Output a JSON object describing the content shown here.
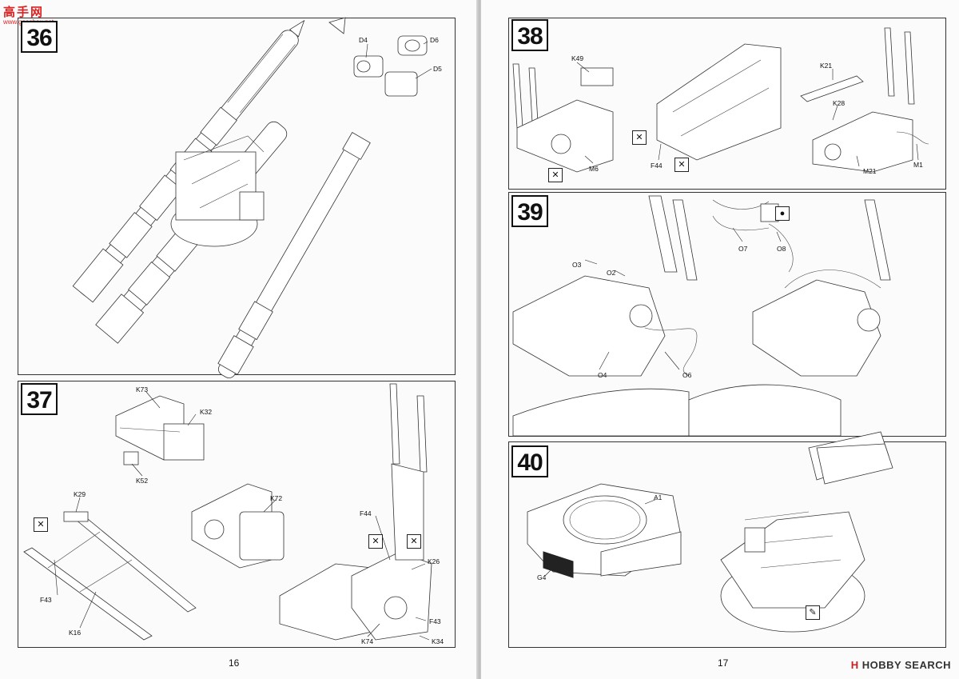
{
  "watermark": {
    "logo_text": "高手网",
    "url": "www.gaoshou.net"
  },
  "brand": {
    "mark": "H",
    "text": "HOBBY SEARCH",
    "accent": "#c82020"
  },
  "pages": [
    {
      "number": "16",
      "steps": [
        {
          "number": "36",
          "labels": [
            "D4",
            "D6",
            "D5"
          ]
        },
        {
          "number": "37",
          "labels": [
            "K73",
            "K32",
            "K52",
            "K72",
            "K29",
            "F43",
            "K16",
            "F44",
            "K26",
            "F43",
            "K74",
            "K34"
          ]
        }
      ]
    },
    {
      "number": "17",
      "steps": [
        {
          "number": "38",
          "labels": [
            "K49",
            "M6",
            "F44",
            "K21",
            "K28",
            "M21",
            "M1"
          ]
        },
        {
          "number": "39",
          "labels": [
            "O3",
            "O2",
            "O4",
            "O6",
            "O7",
            "O8"
          ]
        },
        {
          "number": "40",
          "labels": [
            "A1",
            "G4"
          ]
        }
      ]
    }
  ],
  "icons": {
    "cement": "cement-icon",
    "paint": "paint-icon",
    "decal": "decal-icon"
  }
}
